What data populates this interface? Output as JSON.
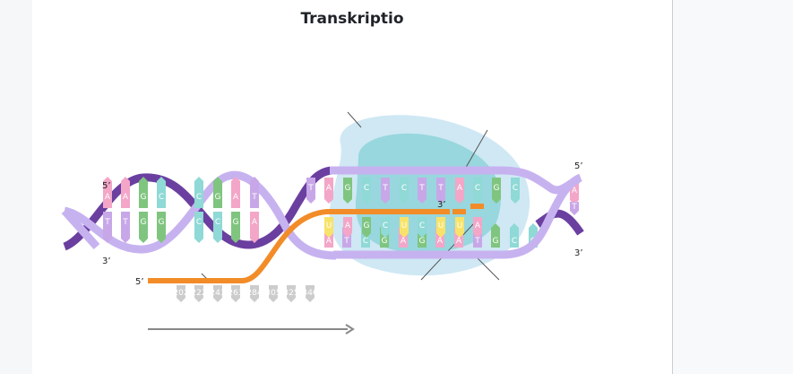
{
  "title": "Transkriptio",
  "labels": {
    "dna_left_top": "5’",
    "dna_left_bottom": "3’",
    "dna_right_top": "5’",
    "dna_right_bottom": "3’",
    "rna_3prime": "3’",
    "rna_5prime": "5’"
  },
  "sequences": {
    "left_top": [
      "A",
      "A",
      "G",
      "C",
      "C",
      "G",
      "A",
      "T"
    ],
    "left_bottom": [
      "T",
      "T",
      "G",
      "G",
      "C",
      "C",
      "G",
      "A"
    ],
    "coding_strand": [
      "T",
      "A",
      "G",
      "C",
      "T",
      "C",
      "T",
      "T",
      "A",
      "C",
      "G",
      "C"
    ],
    "template_strand": [
      "A",
      "T",
      "C",
      "G",
      "A",
      "G",
      "A",
      "A",
      "T",
      "G",
      "C",
      "C"
    ],
    "rna_in_bubble": [
      "U",
      "A",
      "G",
      "C",
      "U",
      "C",
      "U",
      "U",
      "A"
    ],
    "rna_exiting": [
      "A",
      "U",
      "G",
      "C",
      "G",
      "A",
      "G",
      "U"
    ],
    "right_tail": [
      "A",
      "T"
    ]
  },
  "colors": {
    "backbone_dark": "#6b3fa0",
    "backbone_light": "#c7b2f0",
    "rna_strand": "#f28c28",
    "polymerase_outer": "#cfe8f4",
    "polymerase_inner": "#8ed3d8",
    "A": "#f3a6c8",
    "T": "#c8a7e8",
    "G": "#7fc57f",
    "C": "#8fd9d6",
    "U": "#f7e36a",
    "arrow": "#888888"
  }
}
